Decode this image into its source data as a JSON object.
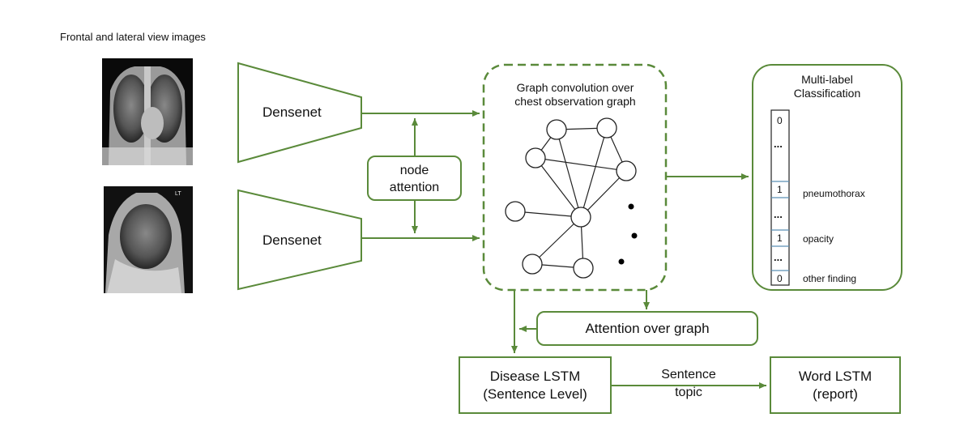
{
  "title": "Frontal and lateral view images",
  "xray": {
    "lateral_marker": "LT"
  },
  "encoders": [
    {
      "label": "Densenet"
    },
    {
      "label": "Densenet"
    }
  ],
  "node_attention": {
    "line1": "node",
    "line2": "attention"
  },
  "graph": {
    "line1": "Graph convolution over",
    "line2": "chest observation graph"
  },
  "classification": {
    "title_line1": "Multi-label",
    "title_line2": "Classification",
    "cells": [
      "0",
      "...",
      "1",
      "...",
      "1",
      "...",
      "0"
    ],
    "labels": [
      "pneumothorax",
      "opacity",
      "other finding"
    ]
  },
  "attention_graph": {
    "label": "Attention over graph"
  },
  "disease_lstm": {
    "line1": "Disease LSTM",
    "line2": "(Sentence Level)"
  },
  "sentence_topic": {
    "line1": "Sentence",
    "line2": "topic"
  },
  "word_lstm": {
    "line1": "Word LSTM",
    "line2": "(report)"
  },
  "colors": {
    "accent": "#5a8a3a"
  }
}
